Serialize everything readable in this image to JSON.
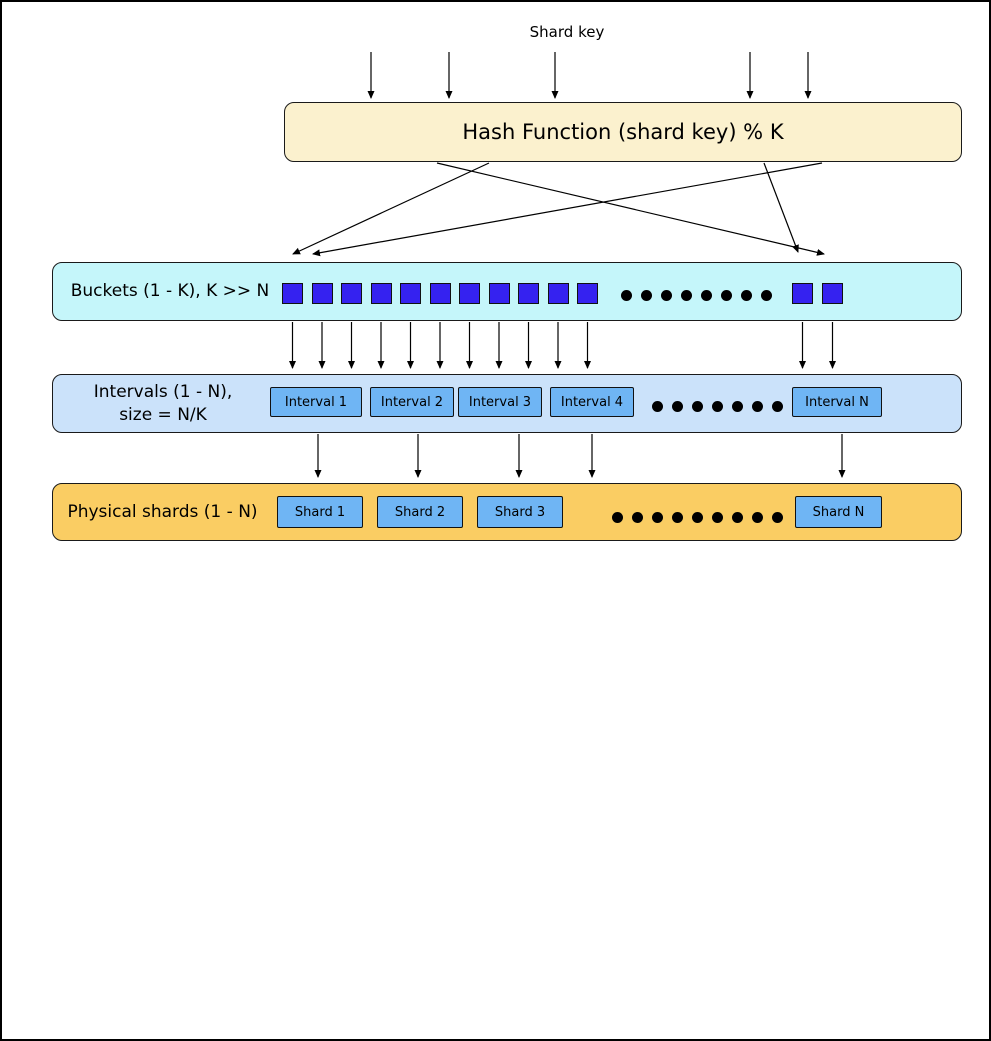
{
  "labels": {
    "shard_key": "Shard key"
  },
  "hash": {
    "label": "Hash Function (shard key) % K"
  },
  "buckets": {
    "label": "Buckets (1 - K), K >> N",
    "left_squares": 11,
    "right_squares": 2,
    "dots": 8
  },
  "intervals": {
    "label_line1": "Intervals (1 - N),",
    "label_line2": "size = N/K",
    "items": [
      "Interval 1",
      "Interval 2",
      "Interval 3",
      "Interval 4"
    ],
    "last_item": "Interval N",
    "dots": 7
  },
  "shards": {
    "label": "Physical shards (1 - N)",
    "items": [
      "Shard 1",
      "Shard 2",
      "Shard 3"
    ],
    "last_item": "Shard N",
    "dots": 9
  },
  "colors": {
    "hash_fill": "#FBF1CE",
    "buckets_fill": "#C5F6FA",
    "bucket_square": "#3522F0",
    "intervals_fill": "#CBE2FA",
    "chip_fill": "#6FB5F4",
    "shards_fill": "#FACD63",
    "outline": "#1A1A1A",
    "arrow": "#000000"
  }
}
